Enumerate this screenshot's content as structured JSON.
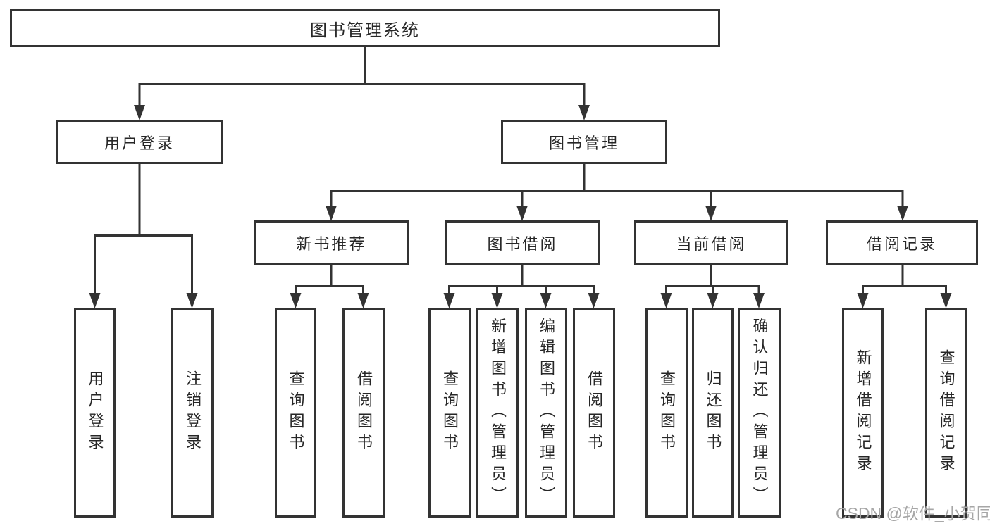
{
  "tree": {
    "label": "图书管理系统",
    "children": [
      {
        "label": "用户登录",
        "children": [
          {
            "label": "用户登录"
          },
          {
            "label": "注销登录"
          }
        ]
      },
      {
        "label": "图书管理",
        "children": [
          {
            "label": "新书推荐",
            "children": [
              {
                "label": "查询图书"
              },
              {
                "label": "借阅图书"
              }
            ]
          },
          {
            "label": "图书借阅",
            "children": [
              {
                "label": "查询图书"
              },
              {
                "label": "新增图书（管理员）"
              },
              {
                "label": "编辑图书（管理员）"
              },
              {
                "label": "借阅图书"
              }
            ]
          },
          {
            "label": "当前借阅",
            "children": [
              {
                "label": "查询图书"
              },
              {
                "label": "归还图书"
              },
              {
                "label": "确认归还（管理员）"
              }
            ]
          },
          {
            "label": "借阅记录",
            "children": [
              {
                "label": "新增借阅记录"
              },
              {
                "label": "查询借阅记录"
              }
            ]
          }
        ]
      }
    ]
  },
  "watermark": {
    "text": "CSDN @软件_小贺同学"
  },
  "colors": {
    "line": "#333333",
    "text": "#262626",
    "box_background": "#ffffff",
    "background": "#ffffff",
    "watermark": "#a6a6a6"
  }
}
